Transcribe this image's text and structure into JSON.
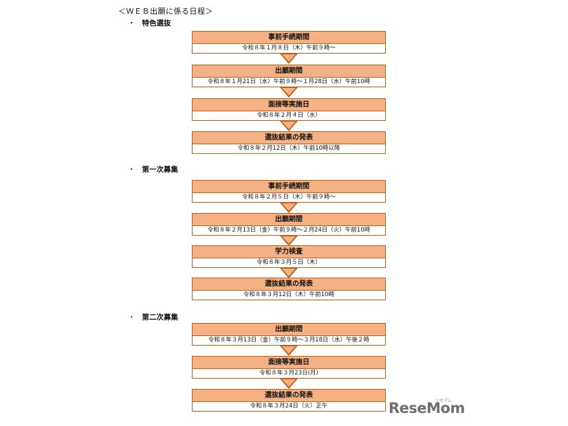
{
  "title": "＜ＷＥＢ出願に係る日程＞",
  "bullet": "・",
  "sections": [
    {
      "label": "特色選抜",
      "steps": [
        {
          "head": "事前手続期間",
          "body": "令和８年１月８日（木）午前９時～"
        },
        {
          "head": "出願期間",
          "body": "令和８年１月21日（水）午前９時～１月28日（水）午前10時"
        },
        {
          "head": "面接等実施日",
          "body": "令和８年２月４日（水）"
        },
        {
          "head": "選抜結果の発表",
          "body": "令和８年２月12日（木）午前10時以降"
        }
      ]
    },
    {
      "label": "第一次募集",
      "steps": [
        {
          "head": "事前手続期間",
          "body": "令和８年２月５日（木）午前９時～"
        },
        {
          "head": "出願期間",
          "body": "令和８年２月13日（金）午前９時～２月24日（火）午前10時"
        },
        {
          "head": "学力検査",
          "body": "令和８年３月５日（木）"
        },
        {
          "head": "選抜結果の発表",
          "body": "令和８年３月12日（木）午前10時"
        }
      ]
    },
    {
      "label": "第二次募集",
      "steps": [
        {
          "head": "出願期間",
          "body": "令和８年３月13日（金）午前９時～３月18日（水）午後２時"
        },
        {
          "head": "面接等実施日",
          "body": "令和８年３月23日(月)"
        },
        {
          "head": "選抜結果の発表",
          "body": "令和８年３月24日（火）正午"
        }
      ]
    }
  ],
  "watermark": {
    "text": "ReseMom",
    "sub": "リセマム"
  },
  "colors": {
    "header_fill": "#f4b183",
    "border": "#c55a11",
    "arrow": "#c55a11"
  }
}
